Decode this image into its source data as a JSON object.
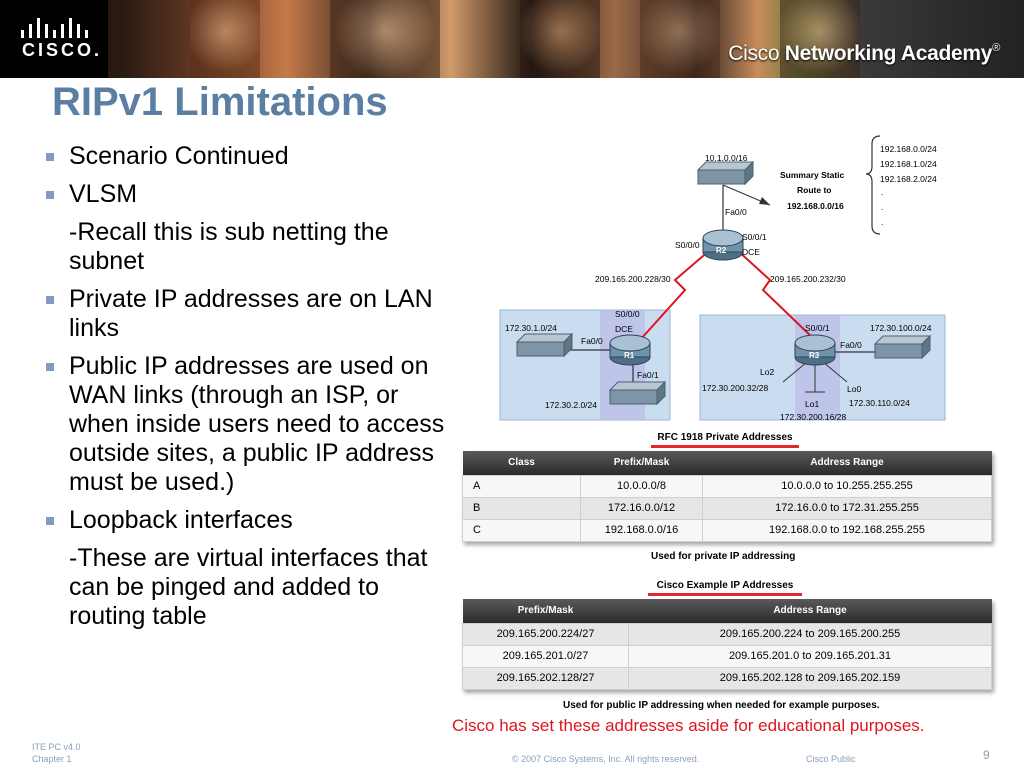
{
  "header": {
    "logo_text": "CISCO.",
    "academy_prefix": "Cisco ",
    "academy_bold": "Networking Academy",
    "academy_suffix": "®"
  },
  "title": "RIPv1 Limitations",
  "bullets": {
    "b1": "Scenario Continued",
    "b2": "VLSM",
    "b2_sub": "-Recall this is sub netting the subnet",
    "b3": "Private IP addresses are on LAN links",
    "b4": "Public IP addresses are used on WAN links (through an ISP, or when inside users need to access outside sites, a public IP address must be used.)",
    "b5": "Loopback interfaces",
    "b5_sub": "-These are virtual interfaces that can be pinged and added to routing table"
  },
  "diagram": {
    "top_switch_net": "10.1.0.0/16",
    "summary_l1": "Summary Static",
    "summary_l2": "Route to",
    "summary_l3": "192.168.0.0/16",
    "brace_nets": [
      "192.168.0.0/24",
      "192.168.1.0/24",
      "192.168.2.0/24"
    ],
    "r2_fa0": "Fa0/0",
    "r2_s000": "S0/0/0",
    "r2_s001": "S0/0/1",
    "r2_dce": "DCE",
    "r2_label": "R2",
    "wan_left": "209.165.200.228/30",
    "wan_right": "209.165.200.232/30",
    "r1_s000": "S0/0/0",
    "r1_dce": "DCE",
    "r1_fa0": "Fa0/0",
    "r1_fa1": "Fa0/1",
    "r1_label": "R1",
    "r1_lan1": "172.30.1.0/24",
    "r1_lan2": "172.30.2.0/24",
    "r3_s001": "S0/0/1",
    "r3_fa0": "Fa0/0",
    "r3_label": "R3",
    "r3_lan": "172.30.100.0/24",
    "lo2": "Lo2",
    "lo2_net": "172.30.200.32/28",
    "lo1": "Lo1",
    "lo1_net": "172.30.200.16/28",
    "lo0": "Lo0",
    "lo0_net": "172.30.110.0/24"
  },
  "table1": {
    "caption": "RFC 1918 Private Addresses",
    "headers": [
      "Class",
      "Prefix/Mask",
      "Address Range"
    ],
    "rows": [
      [
        "A",
        "10.0.0.0/8",
        "10.0.0.0 to 10.255.255.255"
      ],
      [
        "B",
        "172.16.0.0/12",
        "172.16.0.0 to 172.31.255.255"
      ],
      [
        "C",
        "192.168.0.0/16",
        "192.168.0.0 to 192.168.255.255"
      ]
    ],
    "note": "Used for private IP addressing"
  },
  "table2": {
    "caption": "Cisco Example IP Addresses",
    "headers": [
      "Prefix/Mask",
      "Address Range"
    ],
    "rows": [
      [
        "209.165.200.224/27",
        "209.165.200.224 to 209.165.200.255"
      ],
      [
        "209.165.201.0/27",
        "209.165.201.0 to 209.165.201.31"
      ],
      [
        "209.165.202.128/27",
        "209.165.202.128 to 209.165.202.159"
      ]
    ],
    "note": "Used for public IP addressing when needed for example purposes."
  },
  "red_note": "Cisco has set these addresses aside for educational purposes.",
  "footer": {
    "line1": "ITE PC v4.0",
    "line2": "Chapter 1",
    "copyright": "© 2007 Cisco Systems, Inc. All rights reserved.",
    "public": "Cisco Public",
    "page": "9"
  },
  "colors": {
    "title": "#5b7fa3",
    "bullet": "#7f9bbd",
    "accent_red": "#e0141e",
    "lan_fill": "#c9dcf0",
    "footer": "#8aa0b8"
  }
}
